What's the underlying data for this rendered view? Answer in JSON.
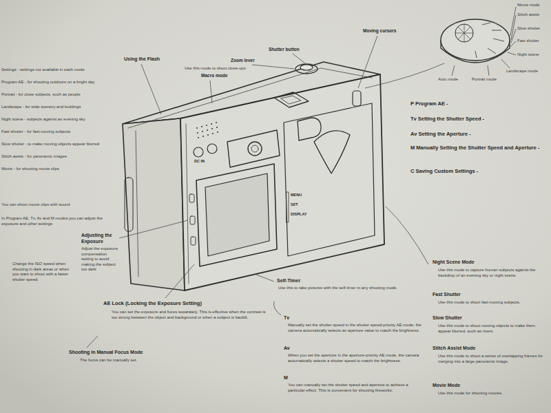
{
  "diagram": {
    "labels": [
      "Using the Flash",
      "Use this mode to shoot close-ups",
      "Macro mode",
      "Zoom lever",
      "Shutter button",
      "Moving cursors",
      "Movie mode",
      "Stitch assist",
      "Slow shutter",
      "Fast shutter",
      "Night scene",
      "Landscape mode",
      "Portrait mode",
      "Auto mode",
      "P Program AE -",
      "Tv Setting the Shutter Speed -",
      "Av Setting the Aperture -",
      "M Manually Setting the Shutter Speed and Aperture -",
      "C Saving Custom Settings -",
      "DC IN",
      "MENU",
      "SET",
      "DISPLAY",
      "Settings - settings not available in each mode",
      "Program AE - for shooting outdoors on a bright day",
      "Portrait - for close subjects, such as people",
      "Landscape - for wide scenery and buildings",
      "Night scene - subjects against an evening sky",
      "Fast shutter - for fast-moving subjects",
      "Slow shutter - to make moving objects appear blurred",
      "Stitch assist - for panoramic images",
      "Movie - for shooting movie clips",
      "You can shoot movie clips with sound",
      "In Program AE, Tv, Av and M modes you can adjust the exposure and other settings",
      "Adjusting the Exposure",
      "Adjust the exposure compensation setting to avoid making the subject too dark",
      "Change the ISO speed when shooting in dark areas or when you want to shoot with a faster shutter speed.",
      "Self-Timer",
      "Use this to take pictures with the self-timer in any shooting mode.",
      "AE Lock (Locking the Exposure Setting)",
      "You can set the exposure and focus separately. This is effective when the contrast is too strong between the object and background or when a subject is backlit.",
      "Shooting in Manual Focus Mode",
      "The focus can be manually set.",
      "Tv",
      "Manually set the shutter speed in the shutter speed-priority AE mode; the camera automatically selects an aperture value to match the brightness.",
      "Av",
      "When you set the aperture in the aperture-priority AE mode, the camera automatically selects a shutter speed to match the brightness.",
      "M",
      "You can manually set the shutter speed and aperture to achieve a particular effect. This is convenient for shooting fireworks.",
      "Night Scene Mode",
      "Use this mode to capture human subjects against the backdrop of an evening sky or night scene.",
      "Fast Shutter",
      "Use this mode to shoot fast-moving subjects.",
      "Slow Shutter",
      "Use this mode to shoot moving objects to make them appear blurred, such as rivers.",
      "Stitch Assist Mode",
      "Use this mode to shoot a series of overlapping frames for merging into a large panoramic image.",
      "Movie Mode",
      "Use this mode for shooting movies."
    ]
  }
}
